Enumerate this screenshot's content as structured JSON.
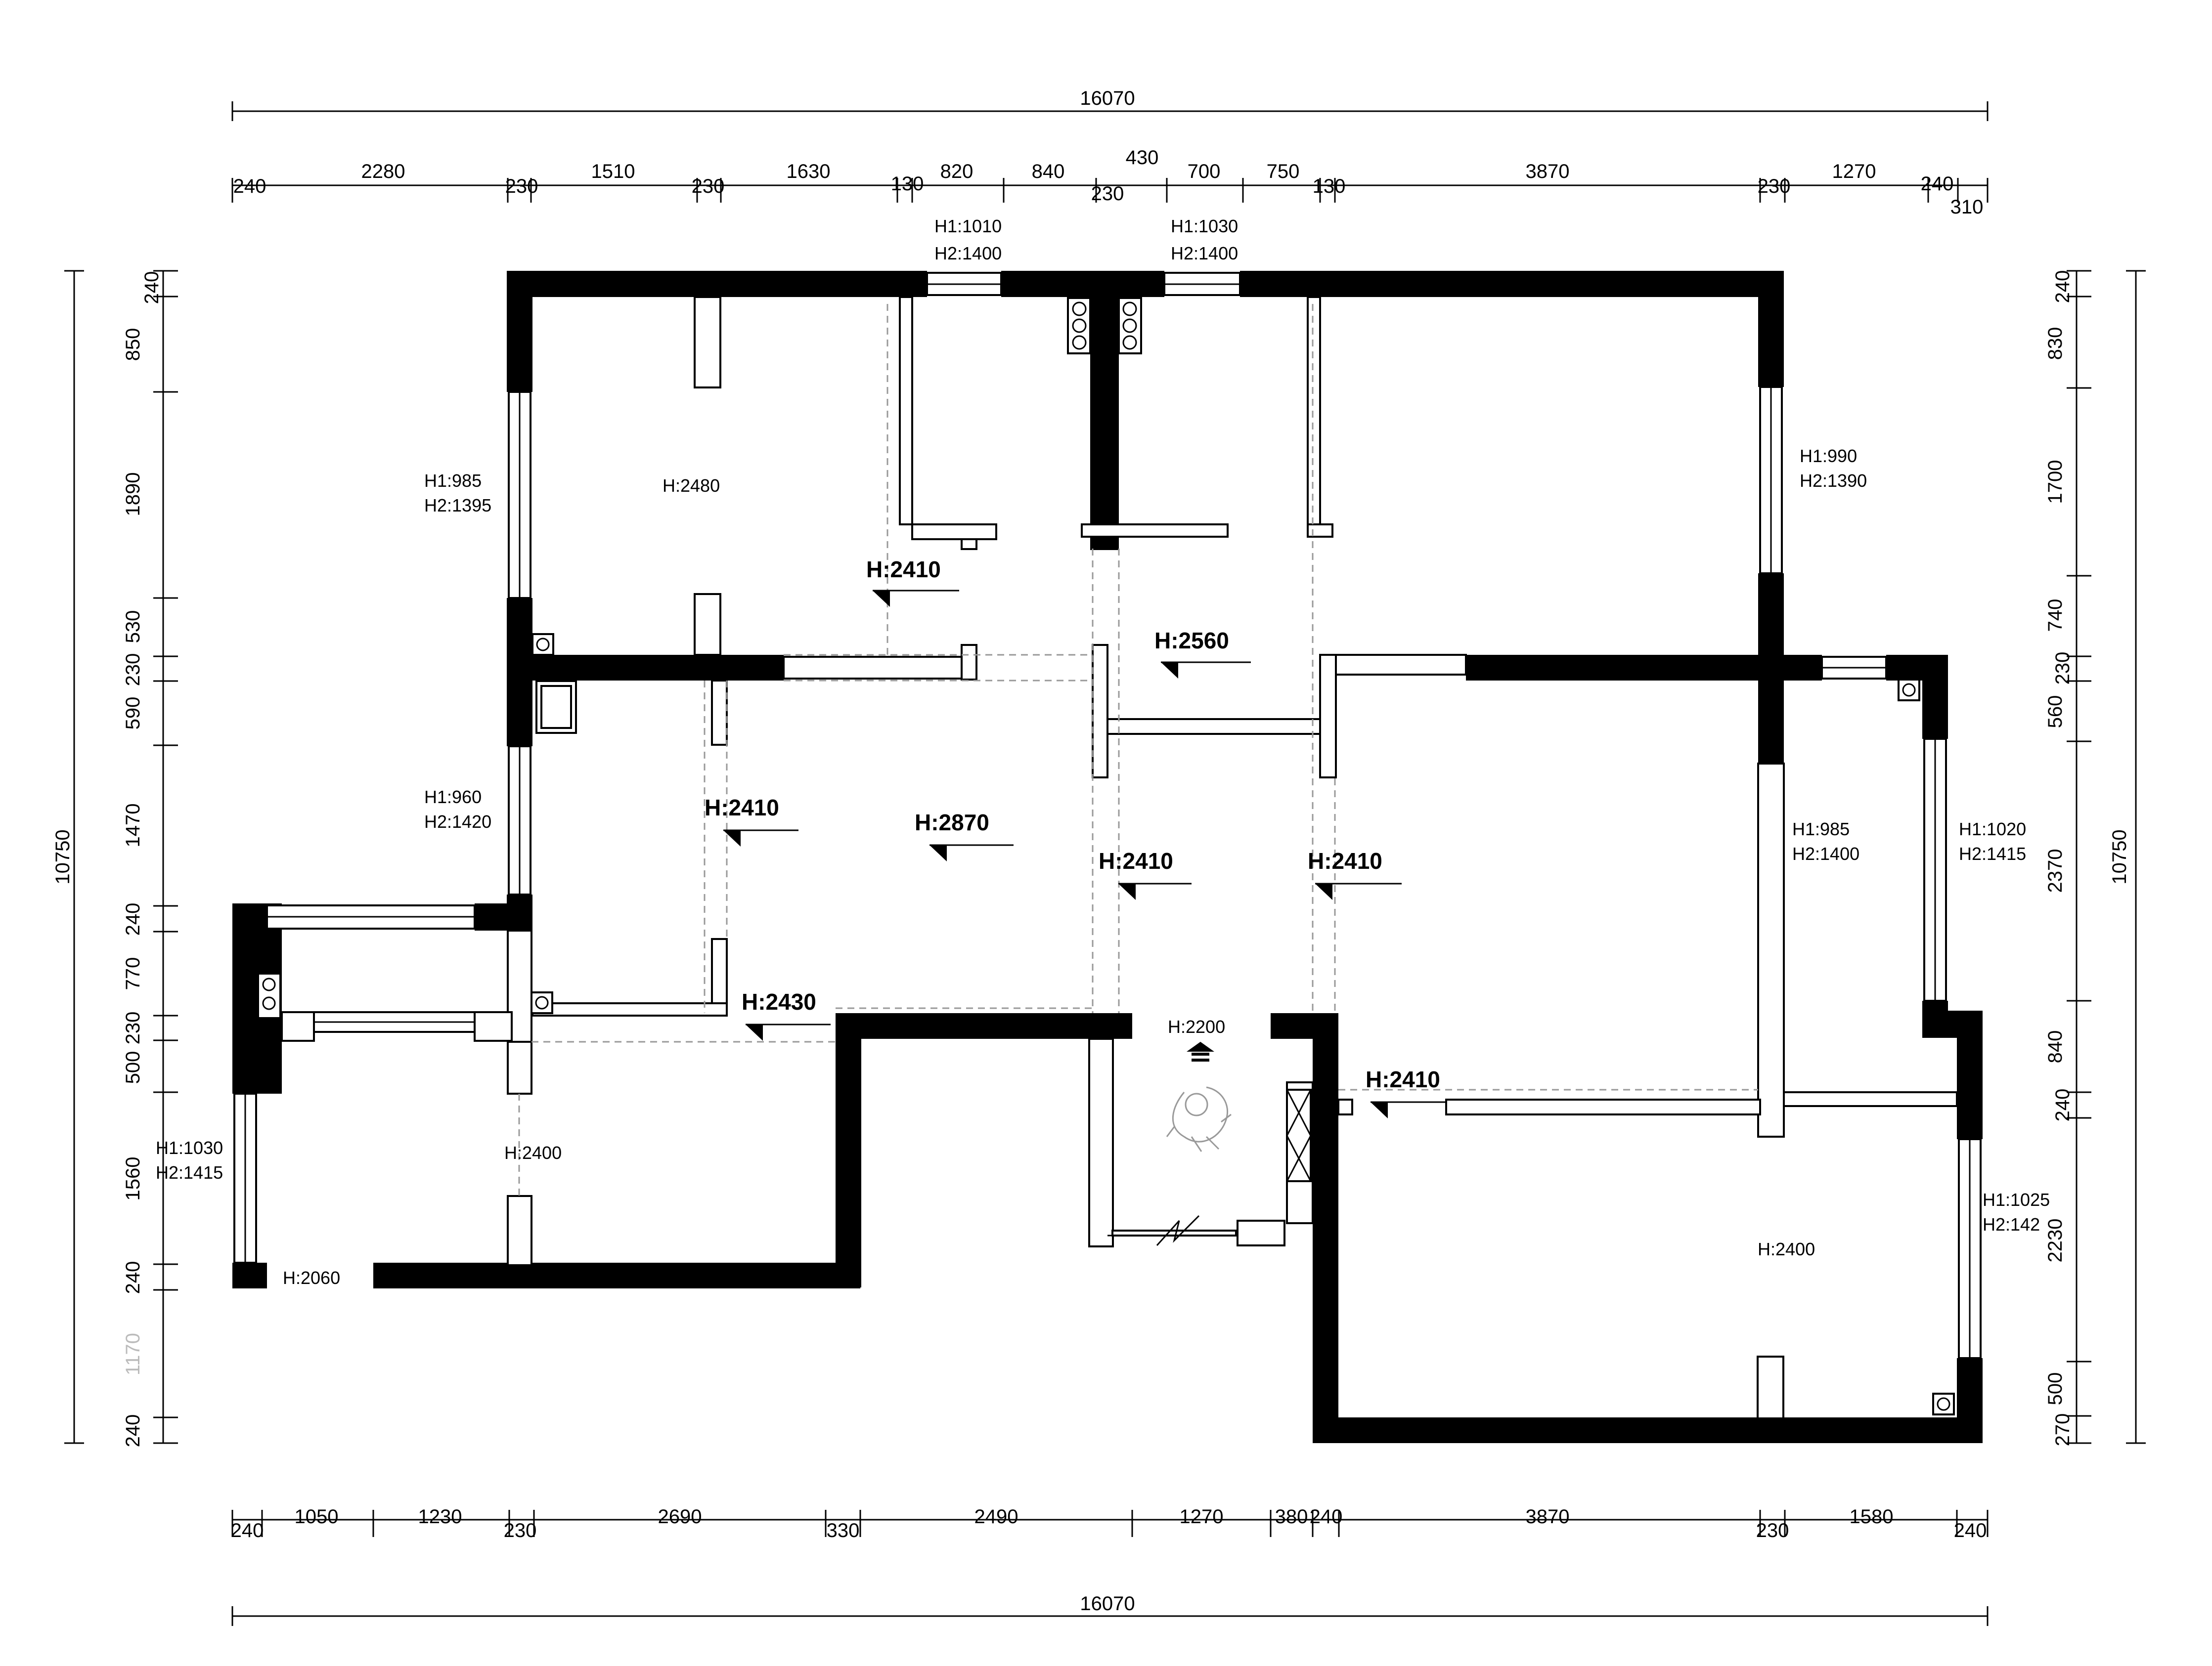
{
  "dims": {
    "top_total": "16070",
    "top": [
      "240",
      "2280",
      "230",
      "1510",
      "230",
      "1630",
      "130",
      "820",
      "840",
      "430",
      "230",
      "700",
      "750",
      "130",
      "3870",
      "230",
      "1270",
      "240",
      "310"
    ],
    "bottom_total": "16070",
    "bottom": [
      "240",
      "1050",
      "1230",
      "230",
      "2690",
      "330",
      "2490",
      "1270",
      "380",
      "240",
      "3870",
      "230",
      "1580",
      "240"
    ],
    "left_total": "10750",
    "left": [
      "240",
      "850",
      "1890",
      "530",
      "230",
      "590",
      "1470",
      "240",
      "770",
      "230",
      "500",
      "1560",
      "240",
      "1170",
      "240"
    ],
    "right_total": "10750",
    "right": [
      "240",
      "830",
      "1700",
      "740",
      "230",
      "560",
      "2370",
      "840",
      "240",
      "2230",
      "500",
      "270"
    ]
  },
  "openings": [
    {
      "h1": "H1:1010",
      "h2": "H2:1400"
    },
    {
      "h1": "H1:1030",
      "h2": "H2:1400"
    },
    {
      "h1": "H1:985",
      "h2": "H2:1395"
    },
    {
      "h1": "H1:990",
      "h2": "H2:1390"
    },
    {
      "h1": "H1:960",
      "h2": "H2:1420"
    },
    {
      "h1": "H1:985",
      "h2": "H2:1400"
    },
    {
      "h1": "H1:1020",
      "h2": "H2:1415"
    },
    {
      "h1": "H1:1030",
      "h2": "H2:1415"
    },
    {
      "h1": "H1:1025",
      "h2": "H2:142"
    }
  ],
  "heights": {
    "room_tl": "H:2480",
    "beam_1": "H:2410",
    "beam_2": "H:2560",
    "beam_3": "H:2410",
    "living": "H:2870",
    "beam_4": "H:2410",
    "beam_5": "H:2410",
    "beam_6": "H:2430",
    "entry": "H:2200",
    "beam_7": "H:2410",
    "room_bl": "H:2400",
    "bl_door": "H:2060",
    "room_br": "H:2400"
  }
}
